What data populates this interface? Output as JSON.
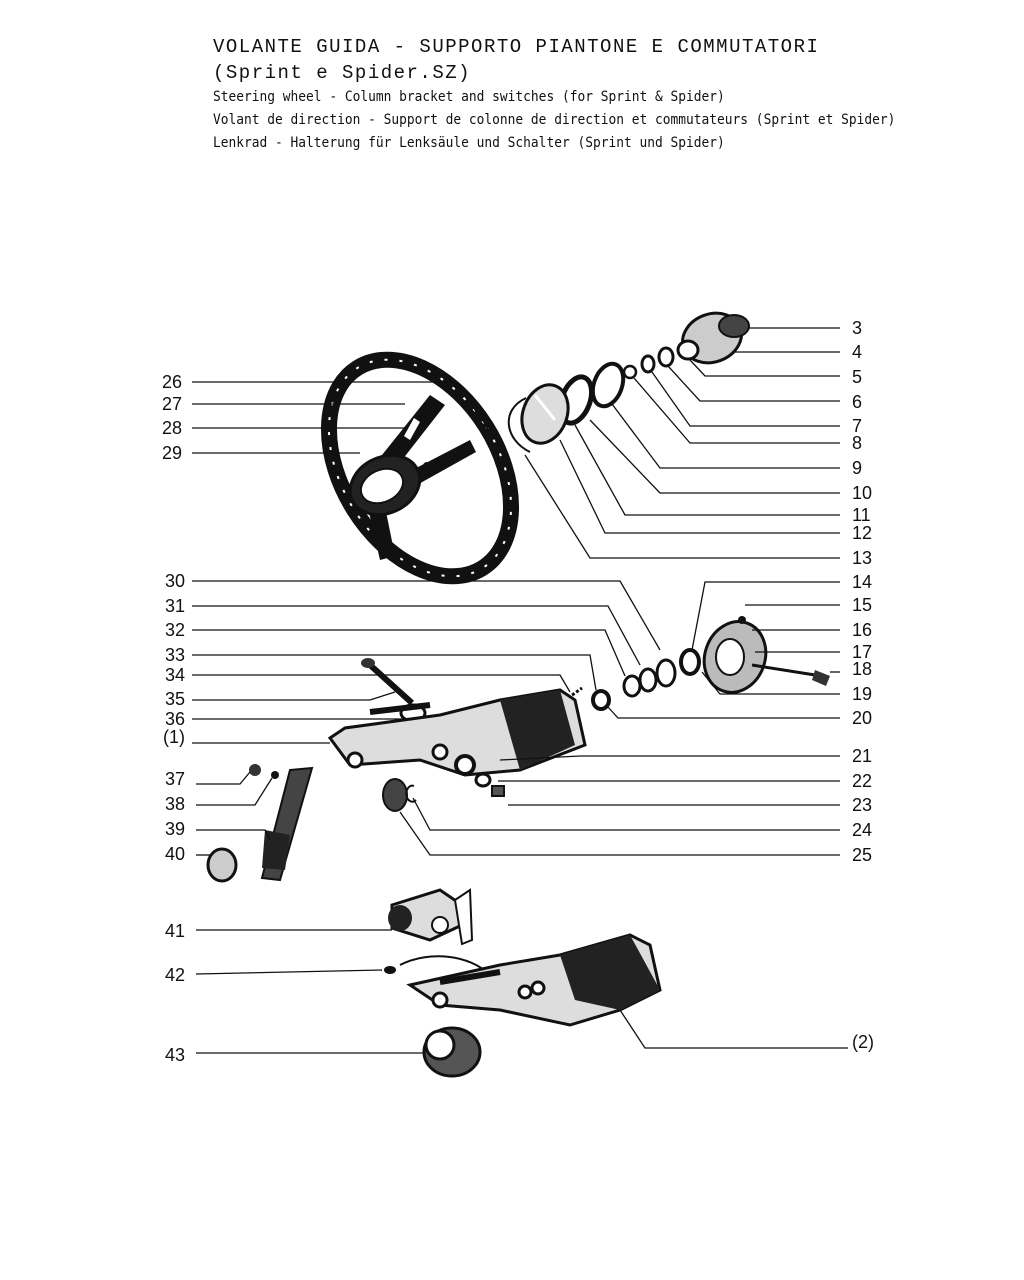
{
  "header": {
    "title_line1": "VOLANTE GUIDA - SUPPORTO PIANTONE E COMMUTATORI",
    "title_line2": "(Sprint e Spider.SZ)",
    "english": "Steering wheel - Column bracket and switches (for Sprint & Spider)",
    "french": "Volant de direction - Support de colonne de direction et commutateurs (Sprint et Spider)",
    "german": "Lenkrad - Halterung für Lenksäule und Schalter (Sprint und Spider)"
  },
  "callouts": {
    "c1": "(1)",
    "c2": "(2)",
    "c3": "3",
    "c4": "4",
    "c5": "5",
    "c6": "6",
    "c7": "7",
    "c8": "8",
    "c9": "9",
    "c10": "10",
    "c11": "11",
    "c12": "12",
    "c13": "13",
    "c14": "14",
    "c15": "15",
    "c16": "16",
    "c17": "17",
    "c18": "18",
    "c19": "19",
    "c20": "20",
    "c21": "21",
    "c22": "22",
    "c23": "23",
    "c24": "24",
    "c25": "25",
    "c26": "26",
    "c27": "27",
    "c28": "28",
    "c29": "29",
    "c30": "30",
    "c31": "31",
    "c32": "32",
    "c33": "33",
    "c34": "34",
    "c35": "35",
    "c36": "36",
    "c37": "37",
    "c38": "38",
    "c39": "39",
    "c40": "40",
    "c41": "41",
    "c42": "42",
    "c43": "43"
  },
  "colors": {
    "ink": "#111111",
    "paper": "#ffffff"
  }
}
